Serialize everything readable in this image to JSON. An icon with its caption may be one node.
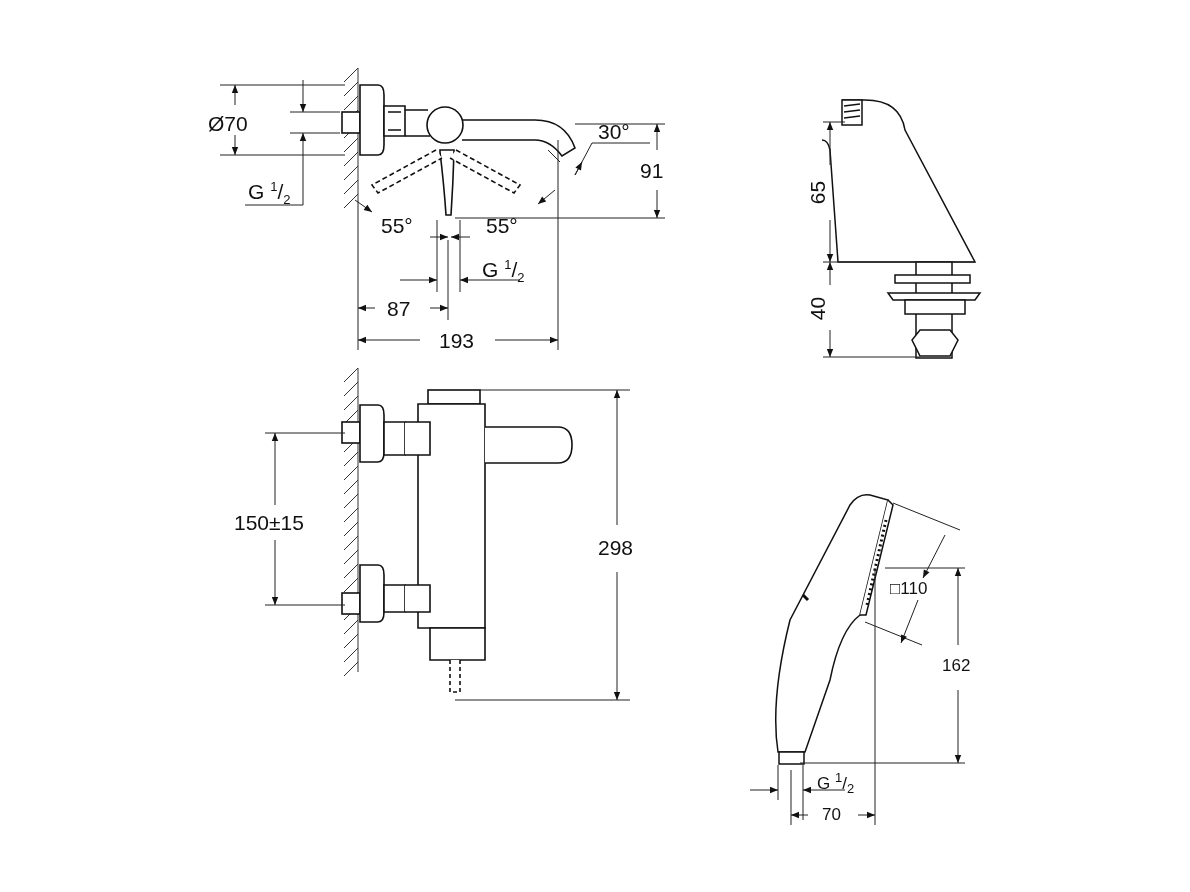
{
  "diagram": {
    "labels": [
      "Ø70",
      "G $^{1}$/$_{2}$",
      "30°",
      "91",
      "55°",
      "55°",
      "G $^{1}$/$_{2}$",
      "87",
      "193",
      "65",
      "40",
      "150±15",
      "298",
      "□110",
      "162",
      "G $^{1}$/$_{2}$",
      "70"
    ]
  }
}
